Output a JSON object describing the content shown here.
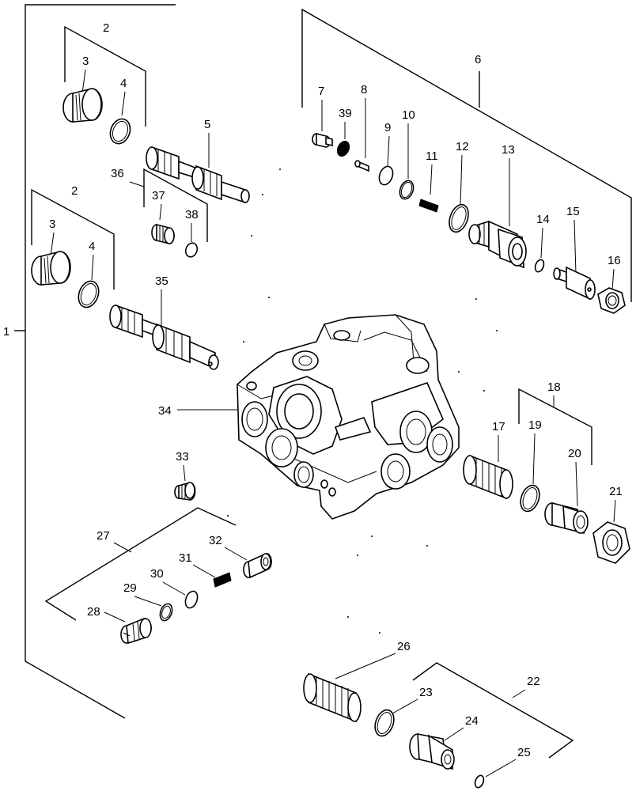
{
  "callouts": [
    "1",
    "2",
    "3",
    "4",
    "5",
    "6",
    "7",
    "8",
    "9",
    "10",
    "11",
    "12",
    "13",
    "14",
    "15",
    "16",
    "17",
    "18",
    "19",
    "20",
    "21",
    "22",
    "23",
    "24",
    "25",
    "26",
    "27",
    "28",
    "29",
    "30",
    "31",
    "32",
    "33",
    "34",
    "35",
    "36",
    "37",
    "38",
    "39"
  ],
  "callout_second": {
    "2": "2",
    "3": "3",
    "4": "4"
  }
}
